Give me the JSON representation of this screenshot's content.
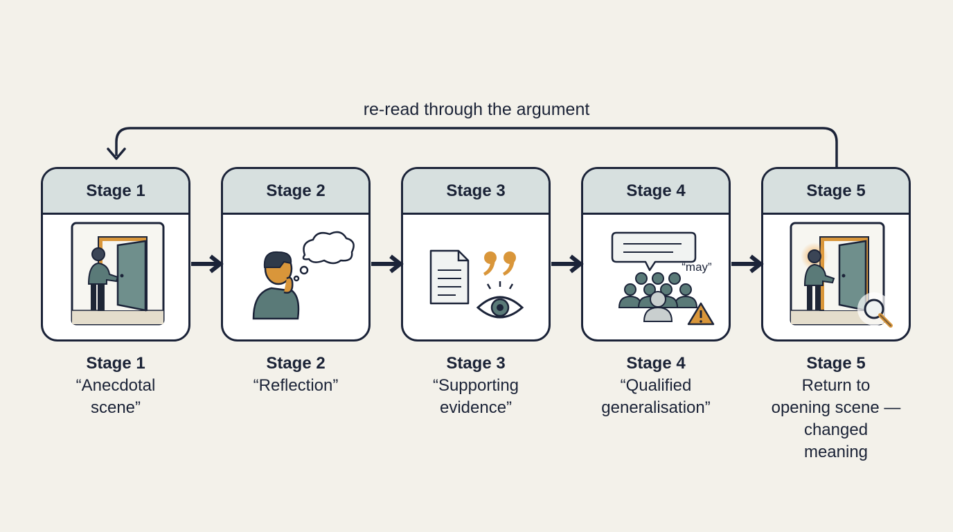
{
  "loop": {
    "label": "re-read through the argument"
  },
  "stages": [
    {
      "header": "Stage 1",
      "title": "Stage 1",
      "caption": "“Anecdotal\nscene”"
    },
    {
      "header": "Stage 2",
      "title": "Stage 2",
      "caption": "“Reflection”"
    },
    {
      "header": "Stage 3",
      "title": "Stage 3",
      "caption": "“Supporting\nevidence”"
    },
    {
      "header": "Stage 4",
      "title": "Stage 4",
      "caption": "“Qualified\ngeneralisation”",
      "note": "“may”"
    },
    {
      "header": "Stage 5",
      "title": "Stage 5",
      "caption": "Return to\nopening scene —\nchanged\nmeaning"
    }
  ],
  "colors": {
    "background": "#f3f1ea",
    "ink": "#1b2338",
    "header": "#d7e0df",
    "figure": "#5a7a78",
    "accent": "#d9963a"
  },
  "icons": [
    "door-scene-icon",
    "thinking-person-icon",
    "document-icon",
    "quote-marks-icon",
    "eye-icon",
    "speech-bubble-icon",
    "group-icon",
    "warning-icon",
    "magnifier-icon"
  ]
}
